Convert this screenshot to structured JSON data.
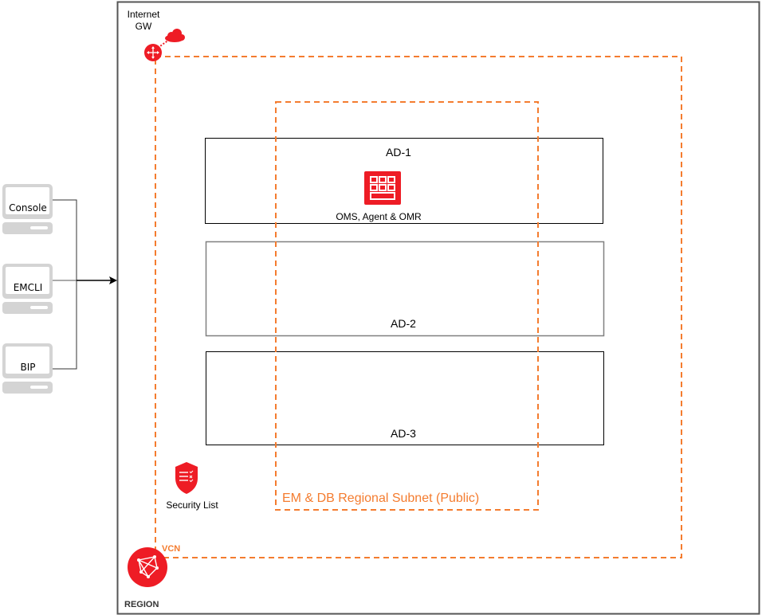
{
  "colors": {
    "oracle_red": "#ee1c25",
    "dashed_orange": "#f47c2f",
    "subnet_text": "#f47c2f",
    "vcn_text": "#f47c2f",
    "region_border": "#555555",
    "ad_border_dark": "#000000",
    "ad_border_gray": "#808080",
    "client_gray": "#d4d4d4"
  },
  "region": {
    "label": "REGION"
  },
  "internet_gateway": {
    "label_line1": "Internet",
    "label_line2": "GW",
    "icon": "router-icon"
  },
  "cloud": {
    "icon": "cloud-icon"
  },
  "vcn": {
    "label": "VCN",
    "icon": "vcn-network-icon"
  },
  "subnet": {
    "label": "EM & DB Regional Subnet (Public)"
  },
  "availability_domains": [
    {
      "label": "AD-1"
    },
    {
      "label": "AD-2"
    },
    {
      "label": "AD-3"
    }
  ],
  "server": {
    "label": "OMS, Agent & OMR",
    "icon": "server-icon"
  },
  "security_list": {
    "label": "Security List",
    "icon": "shield-checklist-icon"
  },
  "clients": [
    {
      "label": "Console"
    },
    {
      "label": "EMCLI"
    },
    {
      "label": "BIP"
    }
  ]
}
